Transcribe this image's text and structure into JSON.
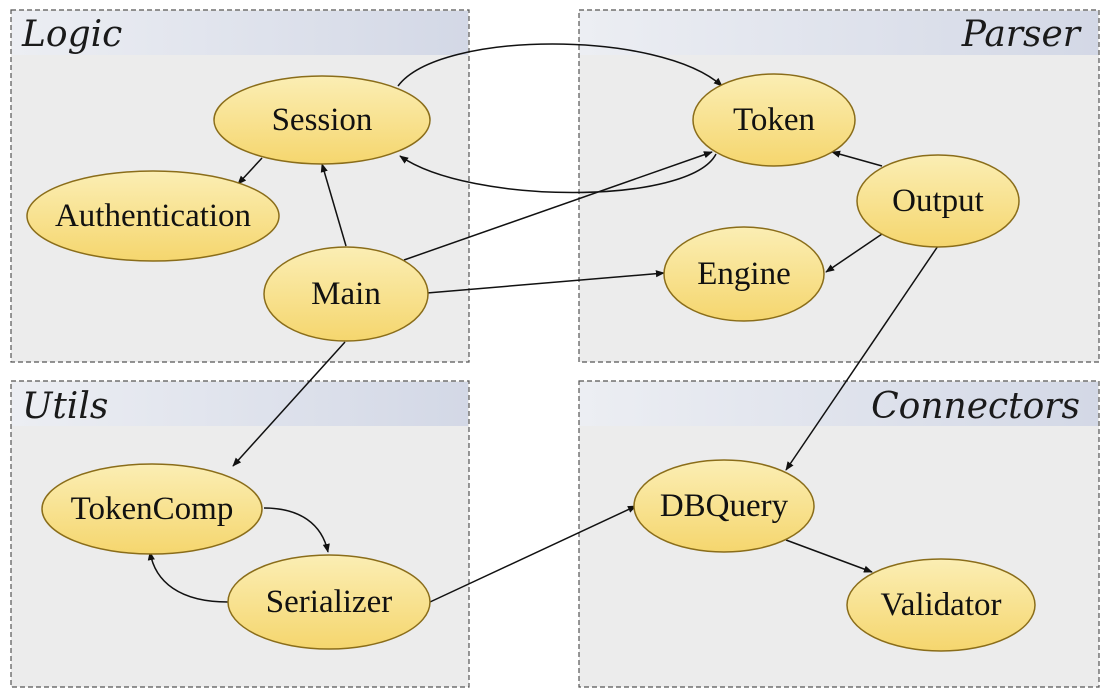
{
  "panels": [
    {
      "id": "logic",
      "title": "Logic"
    },
    {
      "id": "parser",
      "title": "Parser"
    },
    {
      "id": "utils",
      "title": "Utils"
    },
    {
      "id": "connectors",
      "title": "Connectors"
    }
  ],
  "nodes": [
    {
      "id": "session",
      "label": "Session"
    },
    {
      "id": "authentication",
      "label": "Authentication"
    },
    {
      "id": "main",
      "label": "Main"
    },
    {
      "id": "token",
      "label": "Token"
    },
    {
      "id": "output",
      "label": "Output"
    },
    {
      "id": "engine",
      "label": "Engine"
    },
    {
      "id": "tokencomp",
      "label": "TokenComp"
    },
    {
      "id": "serializer",
      "label": "Serializer"
    },
    {
      "id": "dbquery",
      "label": "DBQuery"
    },
    {
      "id": "validator",
      "label": "Validator"
    }
  ],
  "edges": [
    {
      "from": "session",
      "to": "token"
    },
    {
      "from": "token",
      "to": "session"
    },
    {
      "from": "session",
      "to": "authentication"
    },
    {
      "from": "main",
      "to": "session"
    },
    {
      "from": "main",
      "to": "token"
    },
    {
      "from": "main",
      "to": "engine"
    },
    {
      "from": "main",
      "to": "tokencomp"
    },
    {
      "from": "output",
      "to": "token"
    },
    {
      "from": "output",
      "to": "engine"
    },
    {
      "from": "output",
      "to": "dbquery"
    },
    {
      "from": "tokencomp",
      "to": "serializer"
    },
    {
      "from": "serializer",
      "to": "tokencomp"
    },
    {
      "from": "serializer",
      "to": "dbquery"
    },
    {
      "from": "dbquery",
      "to": "validator"
    }
  ]
}
